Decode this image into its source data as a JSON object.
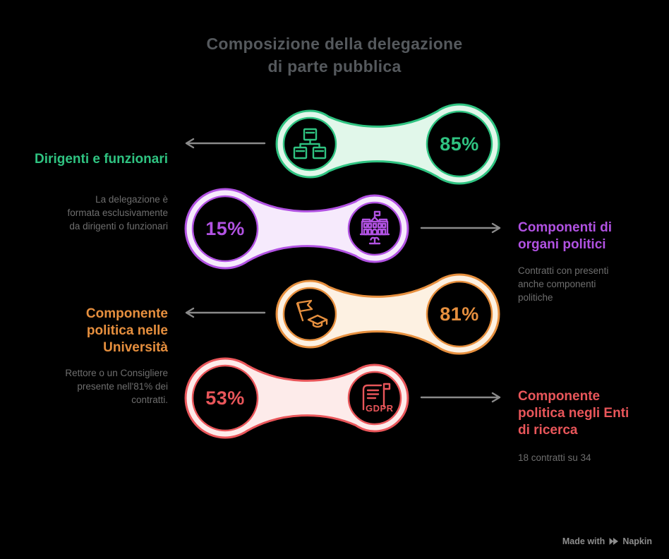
{
  "title": "Composizione della delegazione\ndi parte pubblica",
  "title_color": "#55595d",
  "arrow_color": "#8a8a8a",
  "description_color": "#6e6e6e",
  "background_color": "#000000",
  "items": [
    {
      "label": "Dirigenti e funzionari",
      "value": "85%",
      "description": "La delegazione è\nformata esclusivamente\nda dirigenti o funzionari",
      "color": "#2fc381",
      "fill": "#e1f7ea",
      "icon": "org-chart-icon",
      "label_side": "left"
    },
    {
      "label": "Componenti di\norgani politici",
      "value": "15%",
      "description": "Contratti con presenti\nanche componenti\npolitiche",
      "color": "#b152e2",
      "fill": "#f6eafc",
      "icon": "government-building-icon",
      "label_side": "right"
    },
    {
      "label": "Componente\npolitica nelle\nUniversità",
      "value": "81%",
      "description": "Rettore o un Consigliere\npresente nell'81% dei\ncontratti.",
      "color": "#e68f3e",
      "fill": "#fdf1e2",
      "icon": "flag-graduation-cap-icon",
      "label_side": "left"
    },
    {
      "label": "Componente\npolitica negli Enti\ndi ricerca",
      "value": "53%",
      "description": "18 contratti su 34",
      "color": "#e9565a",
      "fill": "#fdebea",
      "icon": "gdpr-document-icon",
      "icon_text": "GDPR",
      "label_side": "right"
    }
  ],
  "watermark": {
    "made_with": "Made with",
    "brand": "Napkin",
    "color": "#8d8d8d"
  }
}
